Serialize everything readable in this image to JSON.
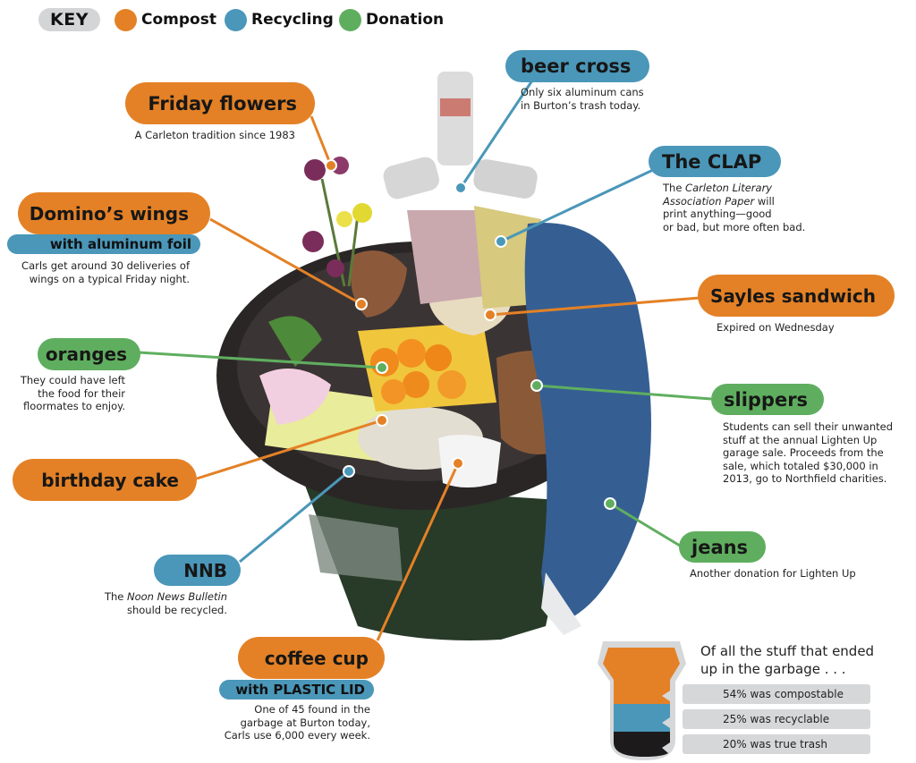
{
  "key": {
    "label": "KEY",
    "items": [
      {
        "label": "Compost",
        "color": "#e48126"
      },
      {
        "label": "Recycling",
        "color": "#4a97b9"
      },
      {
        "label": "Donation",
        "color": "#5fae5f"
      }
    ]
  },
  "callouts": {
    "friday_flowers": {
      "title": "Friday flowers",
      "category": "compost",
      "desc": "A Carleton tradition since 1983"
    },
    "beer_cross": {
      "title": "beer cross",
      "category": "recycling",
      "desc_line1": "Only six aluminum cans",
      "desc_line2": "in Burton’s trash today."
    },
    "the_clap": {
      "title": "The CLAP",
      "category": "recycling",
      "desc_pre": "The ",
      "desc_italic1": "Carleton Literary",
      "desc_italic2": "Association Paper",
      "desc_post": " will",
      "desc_line3": "print anything—good",
      "desc_line4": "or bad, but more often bad."
    },
    "dominos_wings": {
      "title": "Domino’s wings",
      "category": "compost",
      "sub": "with aluminum foil",
      "sub_category": "recycling",
      "desc_line1": "Carls get around 30 deliveries of",
      "desc_line2": "wings on a typical Friday night."
    },
    "sayles_sandwich": {
      "title": "Sayles sandwich",
      "category": "compost",
      "desc": "Expired on Wednesday"
    },
    "oranges": {
      "title": "oranges",
      "category": "donation",
      "desc_line1": "They could have left",
      "desc_line2": "the food for their",
      "desc_line3": "floormates to enjoy."
    },
    "slippers": {
      "title": "slippers",
      "category": "donation",
      "desc_line1": "Students can sell their unwanted",
      "desc_line2": "stuff at the annual Lighten Up",
      "desc_line3": "garage sale. Proceeds from the",
      "desc_line4": "sale, which totaled $30,000 in",
      "desc_line5": "2013, go to Northfield charities."
    },
    "birthday_cake": {
      "title": "birthday cake",
      "category": "compost"
    },
    "nnb": {
      "title": "NNB",
      "category": "recycling",
      "desc_pre": "The ",
      "desc_italic": "Noon News Bulletin",
      "desc_line2": "should be recycled."
    },
    "jeans": {
      "title": "jeans",
      "category": "donation",
      "desc": "Another donation for Lighten Up"
    },
    "coffee_cup": {
      "title": "coffee cup",
      "category": "compost",
      "sub": "with PLASTIC LID",
      "sub_category": "recycling",
      "desc_line1": "One of 45 found in the",
      "desc_line2": "garbage at Burton today,",
      "desc_line3": "Carls use 6,000 every week."
    }
  },
  "stats": {
    "title_line1": "Of all the stuff that ended",
    "title_line2": "up in the garbage . . .",
    "items": [
      {
        "label": "54% was compostable",
        "value": 54,
        "color": "#e48126"
      },
      {
        "label": "25% was recyclable",
        "value": 25,
        "color": "#4a97b9"
      },
      {
        "label": "20% was true trash",
        "value": 20,
        "color": "#1c1a1b"
      }
    ]
  }
}
